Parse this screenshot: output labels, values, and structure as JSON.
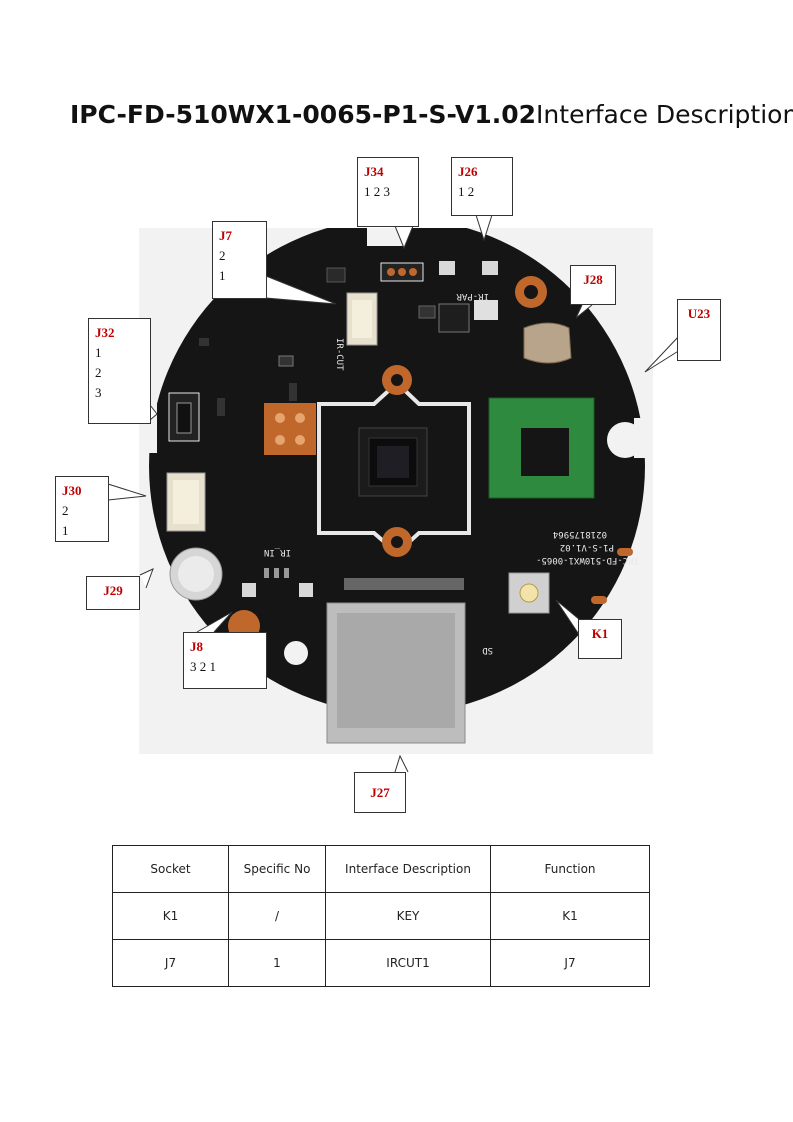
{
  "title": {
    "bold": "IPC-FD-510WX1-0065-P1-S-V1.02",
    "normal": "Interface Description"
  },
  "board_marks": {
    "model": "IPC-FD-510WX1-0065-",
    "version": "P1-S-V1.02",
    "date_code": "0218175964",
    "ir_cut": "IR-CUT",
    "ir_par": "IR-PAR",
    "ir_in": "IR_IN",
    "sd": "SD"
  },
  "callouts": {
    "J34": {
      "label": "J34",
      "pins": "1 2 3"
    },
    "J26": {
      "label": "J26",
      "pins": "1 2"
    },
    "J7": {
      "label": "J7",
      "pin_a": "2",
      "pin_b": "1"
    },
    "J28": {
      "label": "J28"
    },
    "U23": {
      "label": "U23"
    },
    "J32": {
      "label": "J32",
      "pin_a": "1",
      "pin_b": "2",
      "pin_c": "3"
    },
    "J30": {
      "label": "J30",
      "pin_a": "2",
      "pin_b": "1"
    },
    "J29": {
      "label": "J29"
    },
    "J8": {
      "label": "J8",
      "pins": "3 2 1"
    },
    "K1": {
      "label": "K1"
    },
    "J27": {
      "label": "J27"
    }
  },
  "table": {
    "headers": [
      "Socket",
      "Specific No",
      "Interface Description",
      "Function"
    ],
    "rows": [
      [
        "K1",
        "/",
        "KEY",
        "K1"
      ],
      [
        "J7",
        "1",
        "IRCUT1",
        "J7"
      ]
    ]
  },
  "colors": {
    "pcb": "#151515",
    "copper": "#c0672c",
    "label_red": "#c00000",
    "silkscreen": "#e8e8e8",
    "module": "#2e8a3e"
  }
}
